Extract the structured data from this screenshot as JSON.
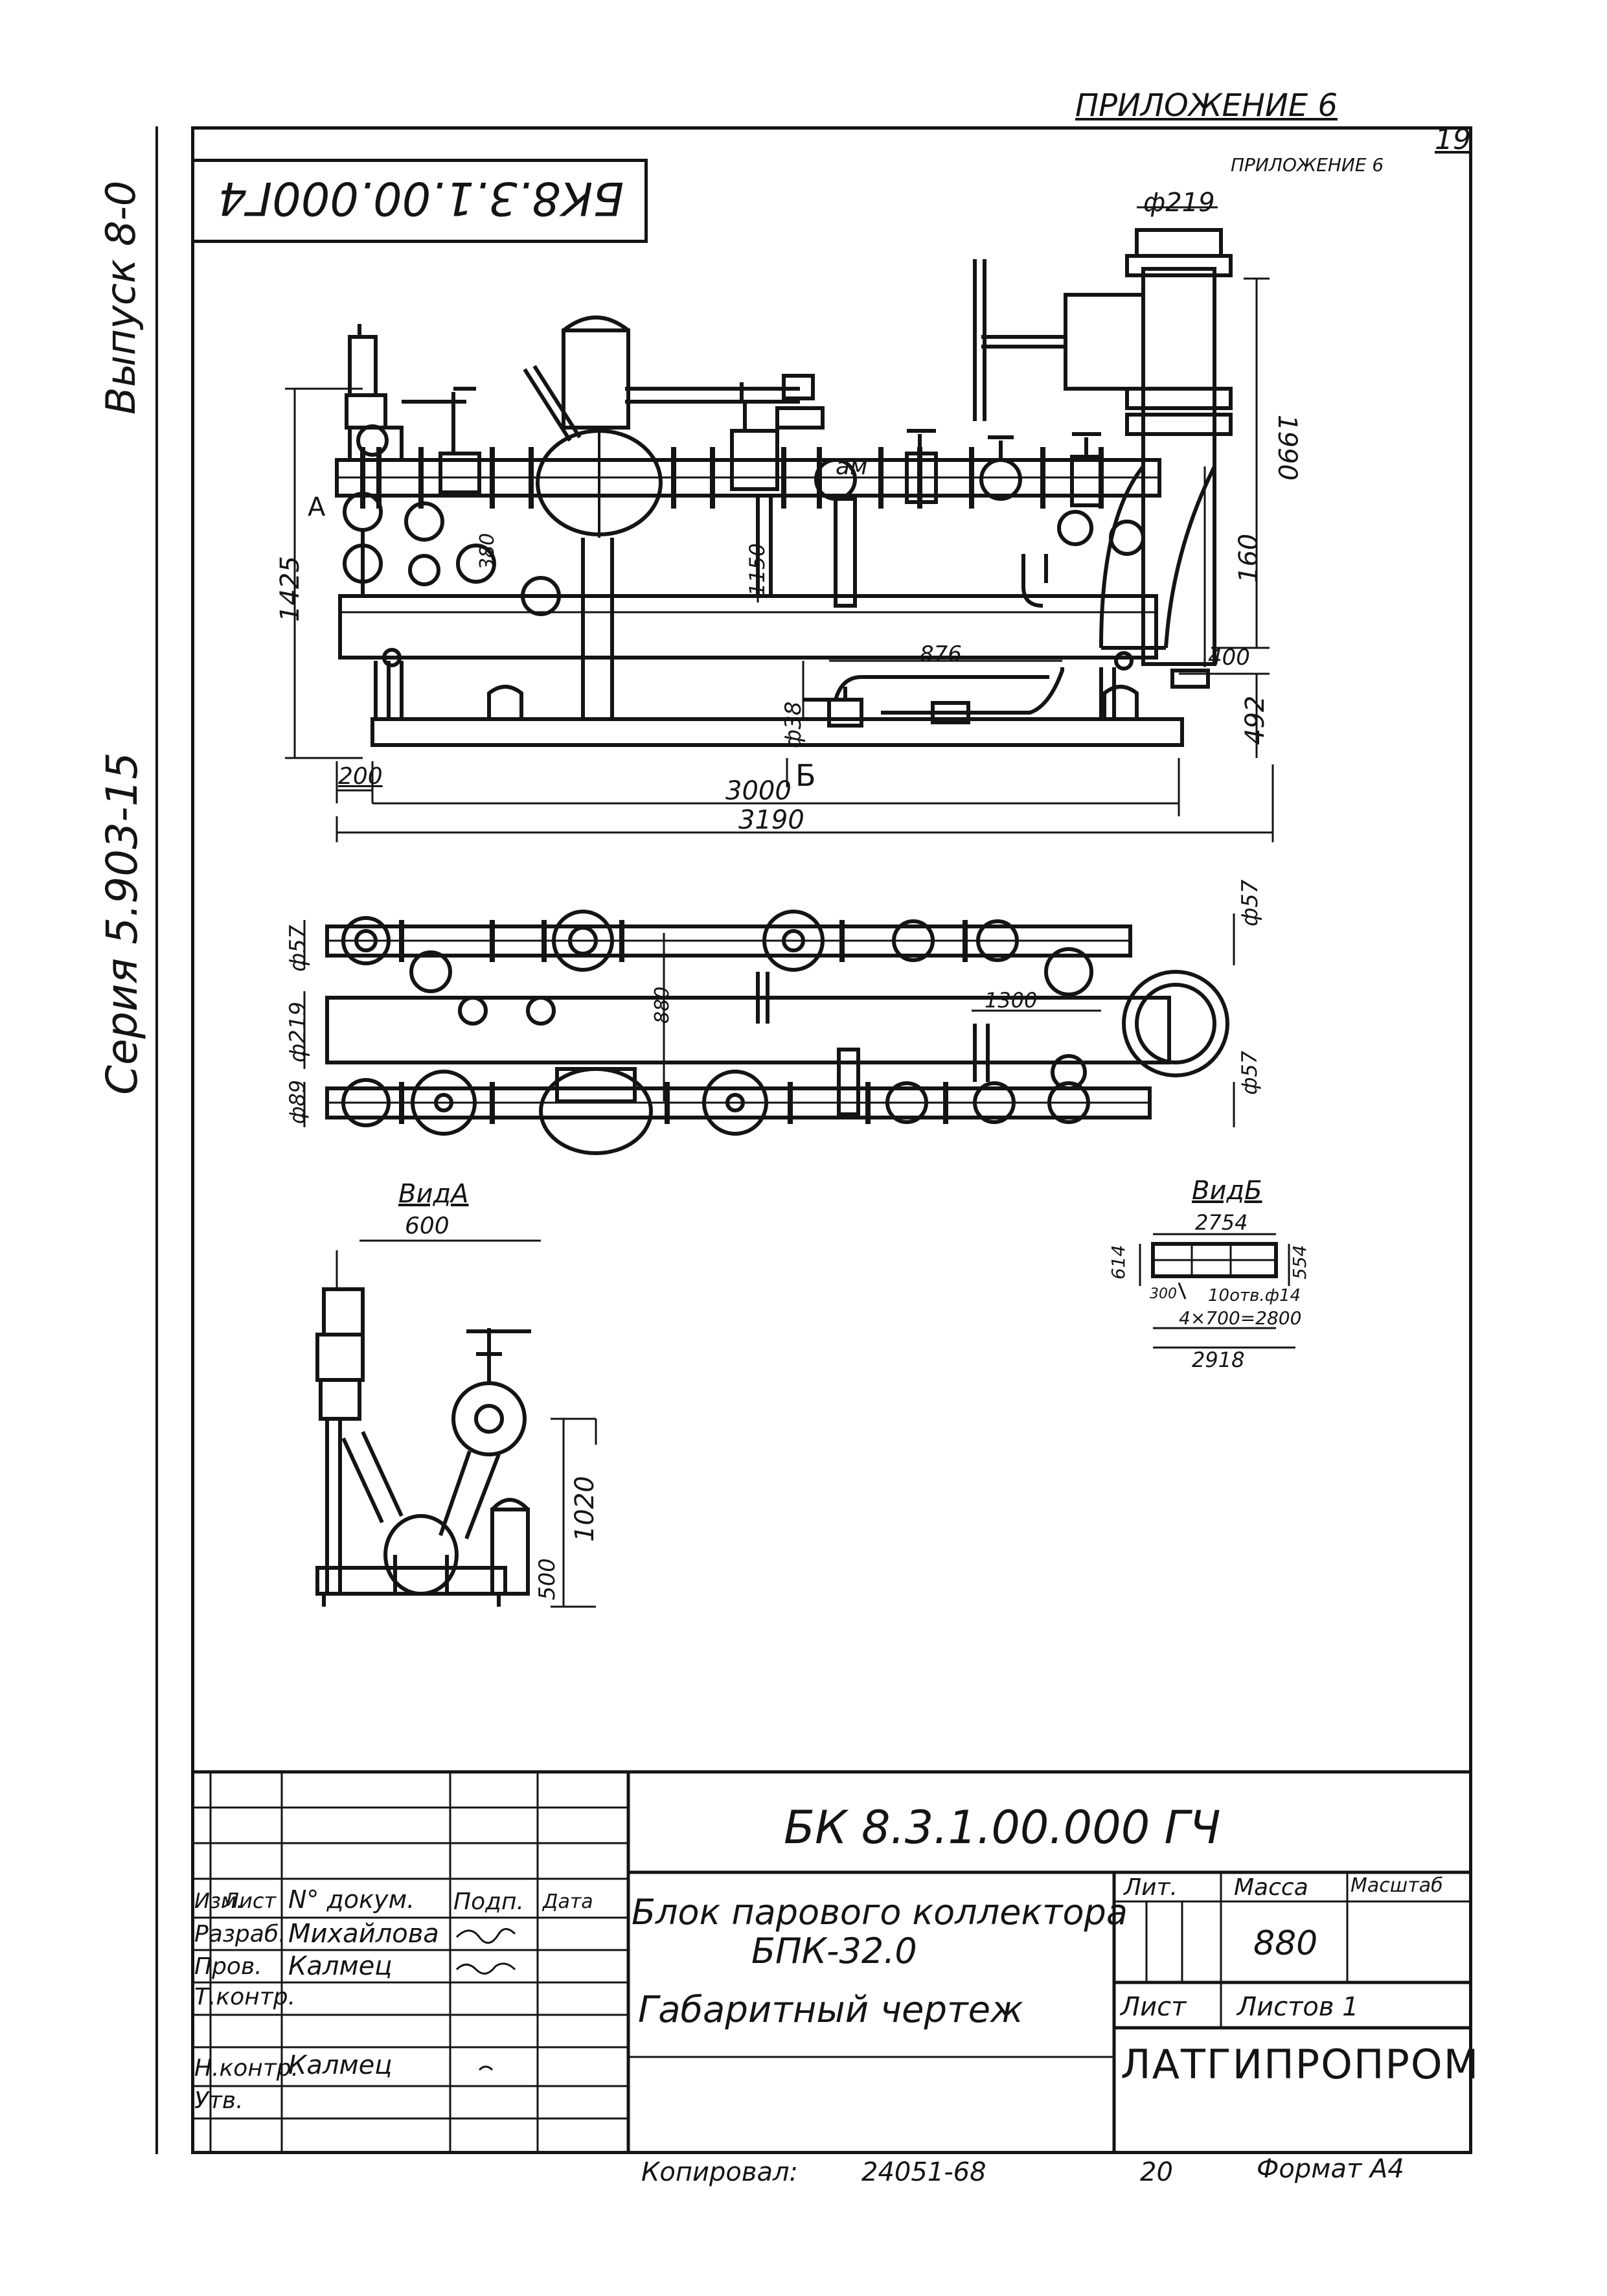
{
  "header": {
    "appendix_top": "ПРИЛОЖЕНИЕ 6",
    "sheet_no": "19",
    "appendix_small": "ПРИЛОЖЕНИЕ 6",
    "mirrored_code": "БК8.3.1.00.000Г4"
  },
  "margin": {
    "issue": "Выпуск 8-0",
    "series": "Серия 5.903-15"
  },
  "dimensions": {
    "d219_top": "ф219",
    "h1990": "1990",
    "h1425": "1425",
    "label_A": "А",
    "label_am": "ам",
    "h1150": "1150",
    "h160": "160",
    "h380": "380",
    "d38": "ф38",
    "l876": "876",
    "h400": "400",
    "h492": "492",
    "w200": "200",
    "w3000": "3000",
    "b_mark": "Б",
    "w3190": "3190",
    "d57_left": "ф57",
    "d57_right": "ф57",
    "h880": "880",
    "d219_left": "ф219",
    "d89": "ф89",
    "l1300": "1300",
    "d57_bottom": "ф57",
    "vid_a": "ВидА",
    "w600": "600",
    "h1020": "1020",
    "h500": "500",
    "vid_b": "ВидБ",
    "w2754": "2754",
    "h614": "614",
    "h554": "554",
    "w300": "300",
    "holes": "10отв.ф14",
    "pitch": "4×700=2800",
    "w2918": "2918"
  },
  "title_block": {
    "code": "БК 8.3.1.00.000 ГЧ",
    "name_line1": "Блок парового коллектора",
    "name_line2": "БПК-32.0",
    "doc_type": "Габаритный чертеж",
    "col_izm": "Изм.",
    "col_list": "Лист",
    "col_doc": "N° докум.",
    "col_sign": "Подп.",
    "col_date": "Дата",
    "row_razrab": "Разраб.",
    "razrab_name": "Михайлова",
    "row_prov": "Пров.",
    "prov_name": "Калмец",
    "row_tkontr": "Т.контр.",
    "row_nkontr": "Н.контр.",
    "nkontr_name": "Калмец",
    "row_utv": "Утв.",
    "lit_label": "Лит.",
    "mass_label": "Масса",
    "scale_label": "Масштаб",
    "mass_value": "880",
    "sheet_label": "Лист",
    "sheets_label": "Листов 1",
    "org": "ЛАТГИПРОПРОМ"
  },
  "footer": {
    "copied": "Копировал:",
    "order": "24051-68",
    "n20": "20",
    "format": "Формат А4"
  }
}
